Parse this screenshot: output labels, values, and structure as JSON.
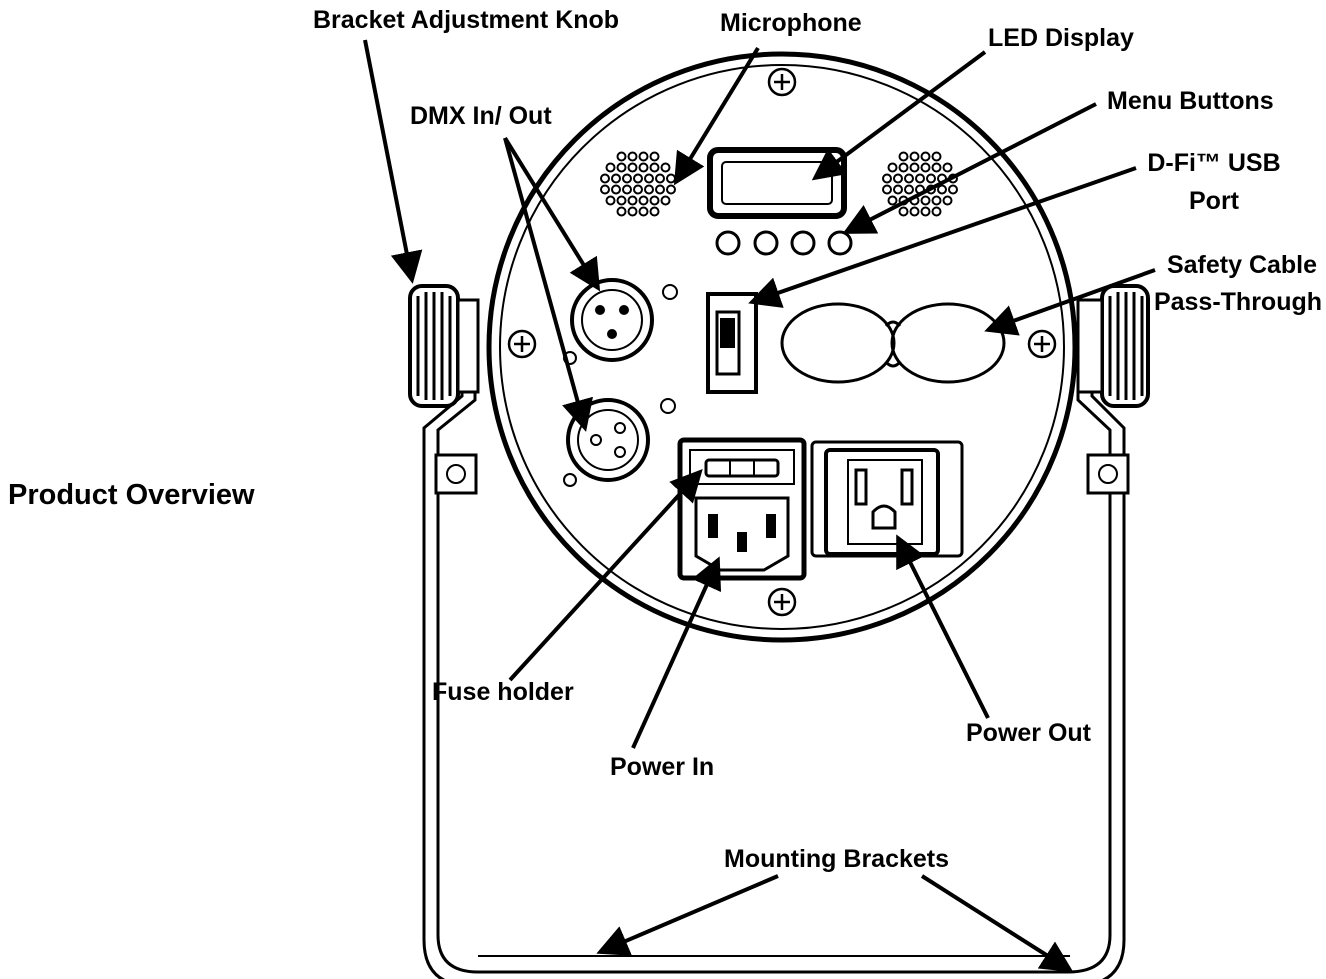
{
  "heading": "Product Overview",
  "labels": {
    "bracket_knob": "Bracket Adjustment Knob",
    "microphone": "Microphone",
    "led_display": "LED Display",
    "menu_buttons": "Menu Buttons",
    "dfi_usb_line1": "D-Fi™ USB",
    "dfi_usb_line2": "Port",
    "dmx": "DMX In/ Out",
    "safety_line1": "Safety Cable",
    "safety_line2": "Pass-Through",
    "fuse_holder": "Fuse holder",
    "power_in": "Power In",
    "power_out": "Power Out",
    "mounting_brackets": "Mounting Brackets"
  },
  "colors": {
    "ink": "#000000",
    "background": "#ffffff"
  }
}
